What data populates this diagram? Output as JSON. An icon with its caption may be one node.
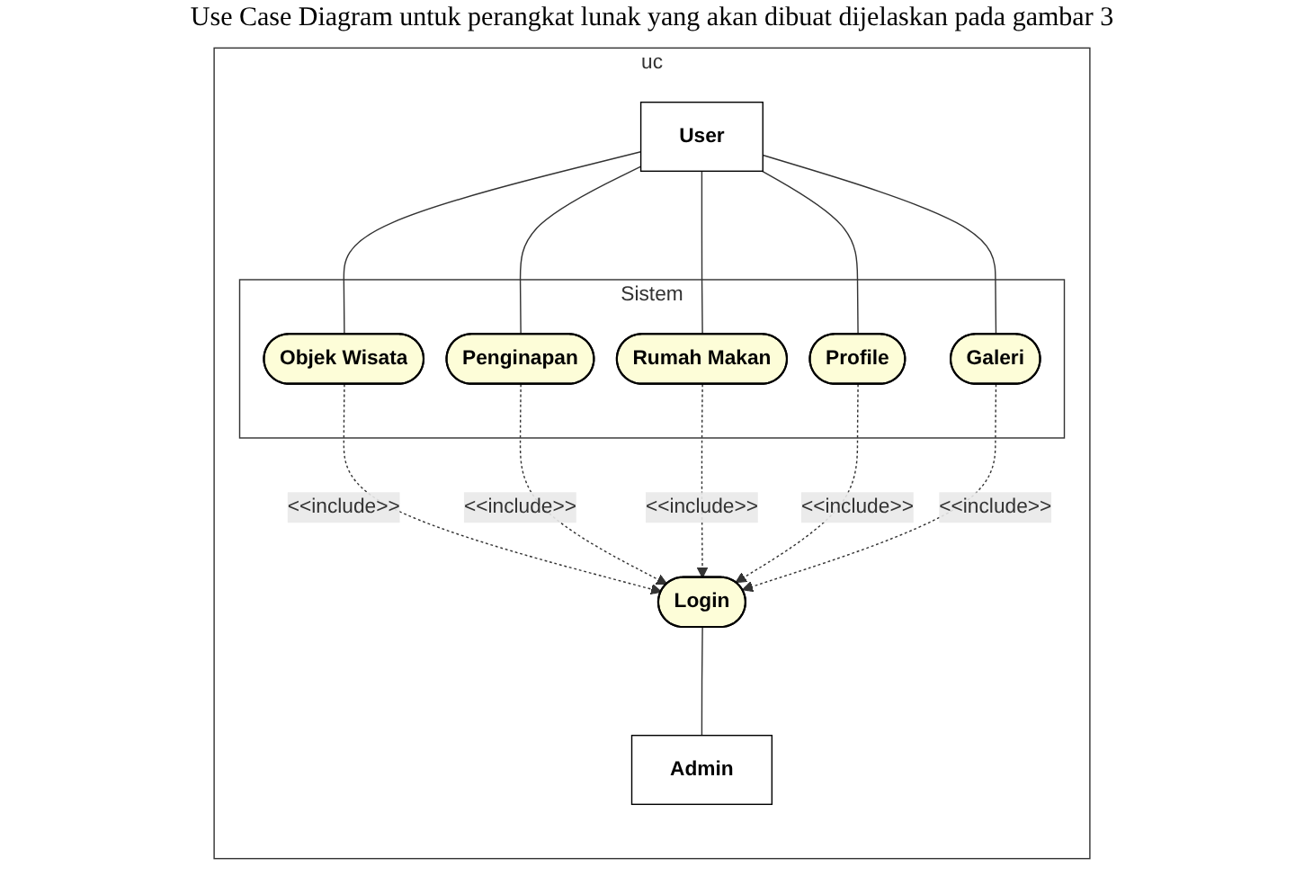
{
  "diagram": {
    "nodes": [
      {
        "text": [
          "uc"
        ]
      },
      {
        "text": [
          "User"
        ],
        "in": 0
      },
      {
        "text": [
          "Sistem"
        ],
        "in": 0
      },
      {
        "text": [
          "Objek Wisata"
        ],
        "in": 2
      },
      {
        "text": [
          "Penginapan"
        ],
        "in": 2
      },
      {
        "text": [
          "Rumah Makan"
        ],
        "in": 2
      },
      {
        "text": [
          "Profile"
        ],
        "in": 2
      },
      {
        "text": [
          "Galeri"
        ],
        "in": 2
      },
      {
        "text": [
          "Login"
        ],
        "in": 0
      },
      {
        "text": [
          "Admin"
        ],
        "in": 0
      }
    ],
    "edges": [
      {
        "from": 1,
        "to": 3,
        "arrow": "none"
      },
      {
        "from": 1,
        "to": 4,
        "arrow": "none"
      },
      {
        "from": 1,
        "to": 5,
        "arrow": "none"
      },
      {
        "from": 1,
        "to": 6,
        "arrow": "none"
      },
      {
        "from": 1,
        "to": 7,
        "arrow": "none"
      },
      {
        "from": 3,
        "to": 8,
        "arrow": "to",
        "style": "dashed",
        "label": "<<include>>"
      },
      {
        "from": 4,
        "to": 8,
        "arrow": "to",
        "style": "dashed",
        "label": "<<include>>"
      },
      {
        "from": 5,
        "to": 8,
        "arrow": "to",
        "style": "dashed",
        "label": "<<include>>"
      },
      {
        "from": 6,
        "to": 8,
        "arrow": "to",
        "style": "dashed",
        "label": "<<include>>"
      },
      {
        "from": 7,
        "to": 8,
        "arrow": "to",
        "style": "dashed",
        "label": "<<include>>"
      },
      {
        "from": 8,
        "to": 9,
        "arrow": "none"
      }
    ],
    "labels": [
      "Use Case Diagram untuk perangkat lunak yang akan dibuat dijelaskan pada gambar 3"
    ]
  }
}
